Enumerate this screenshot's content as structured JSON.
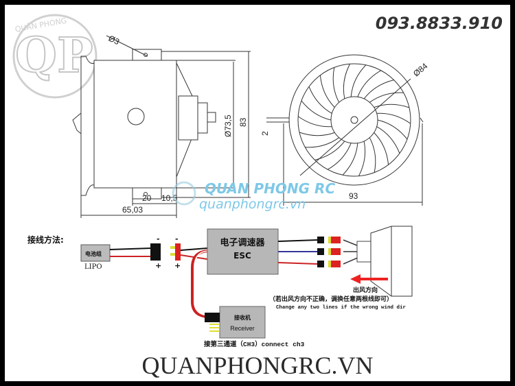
{
  "brand": {
    "phone": "093.8833.910",
    "watermark_name": "QUAN PHONG RC",
    "watermark_url": "quanphongrc.vn",
    "logo_text": "QUÂN PHONG",
    "logo_letters": "QP",
    "footer": "QUANPHONGRC.VN",
    "watermark_color": "#7ec8e8"
  },
  "drawing": {
    "dims": {
      "hole": "Ø3",
      "inner_diameter": "Ø73,5",
      "height": "83",
      "tab_width": "20",
      "offset": "10,5",
      "length": "65,03",
      "outer_diameter": "Ø84",
      "pin": "2",
      "width": "93"
    }
  },
  "wiring": {
    "title": "接线方法:",
    "battery_label": "电池组",
    "battery_type": "LIPO",
    "minus": "-",
    "plus": "+",
    "esc_cn": "电子调速器",
    "esc": "ESC",
    "airflow_cn": "出风方向",
    "note_cn": "（若出风方向不正确，调换任意两根线即可）",
    "note_en": "Change any two lines if the wrong wind dir",
    "receiver_cn": "接收机",
    "receiver": "Receiver",
    "channel": "接第三通道（CH3）connect ch3"
  }
}
